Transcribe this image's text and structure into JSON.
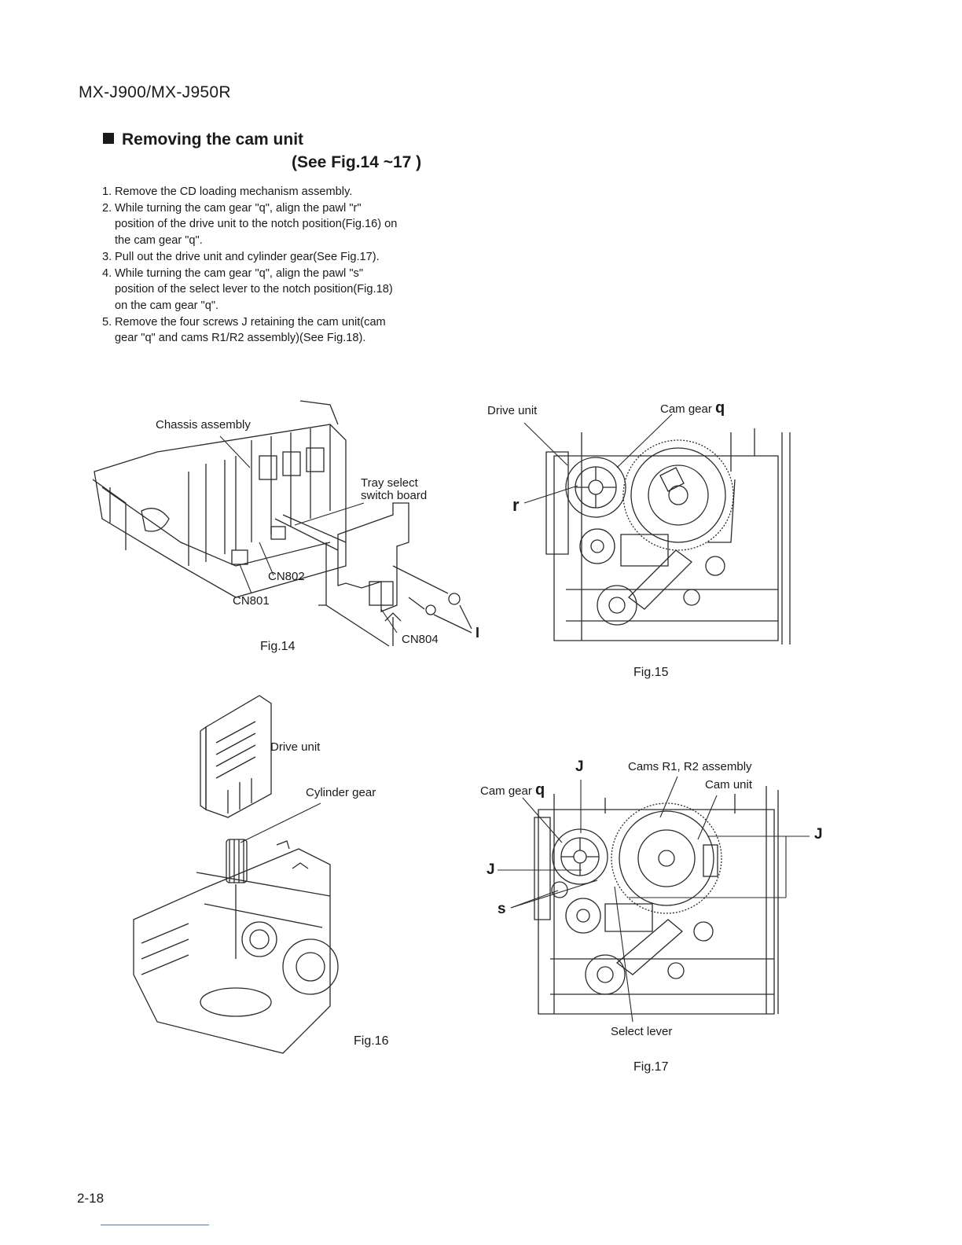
{
  "header": {
    "model": "MX-J900/MX-J950R"
  },
  "section": {
    "title": "Removing the cam unit",
    "subtitle": "(See Fig.14 ~17 )"
  },
  "steps": [
    {
      "num": "1.",
      "lines": [
        "Remove the CD loading mechanism assembly."
      ]
    },
    {
      "num": "2.",
      "lines": [
        "While turning the cam gear \"q\", align the pawl \"r\"",
        "position of the drive unit to the notch position(Fig.16) on",
        "the cam gear \"q\"."
      ]
    },
    {
      "num": "3.",
      "lines": [
        "Pull out the drive unit and cylinder gear(See Fig.17)."
      ]
    },
    {
      "num": "4.",
      "lines": [
        "While turning the cam gear \"q\", align the pawl \"s\"",
        "position of the select lever to the notch position(Fig.18)",
        "on the cam gear \"q\"."
      ]
    },
    {
      "num": "5.",
      "lines": [
        "Remove the four screws  J  retaining the cam unit(cam",
        "gear \"q\" and cams R1/R2 assembly)(See Fig.18)."
      ]
    }
  ],
  "fig14": {
    "caption": "Fig.14",
    "labels": {
      "chassis": "Chassis assembly",
      "tray1": "Tray select",
      "tray2": "switch board",
      "cn802": "CN802",
      "cn801": "CN801",
      "cn804": "CN804",
      "screw": "I"
    }
  },
  "fig15": {
    "caption": "Fig.15",
    "labels": {
      "drive_unit": "Drive unit",
      "cam_gear": "Cam gear",
      "cam_gear_mark": "q",
      "pawl": "r"
    }
  },
  "fig16": {
    "caption": "Fig.16",
    "labels": {
      "drive_unit": "Drive unit",
      "cylinder_gear": "Cylinder gear"
    }
  },
  "fig17": {
    "caption": "Fig.17",
    "labels": {
      "j_top": "J",
      "cams": "Cams R1, R2 assembly",
      "cam_unit": "Cam unit",
      "cam_gear": "Cam gear",
      "cam_gear_mark": "q",
      "j_right": "J",
      "j_left": "J",
      "pawl": "s",
      "select_lever": "Select lever"
    }
  },
  "footer": {
    "page": "2-18"
  }
}
